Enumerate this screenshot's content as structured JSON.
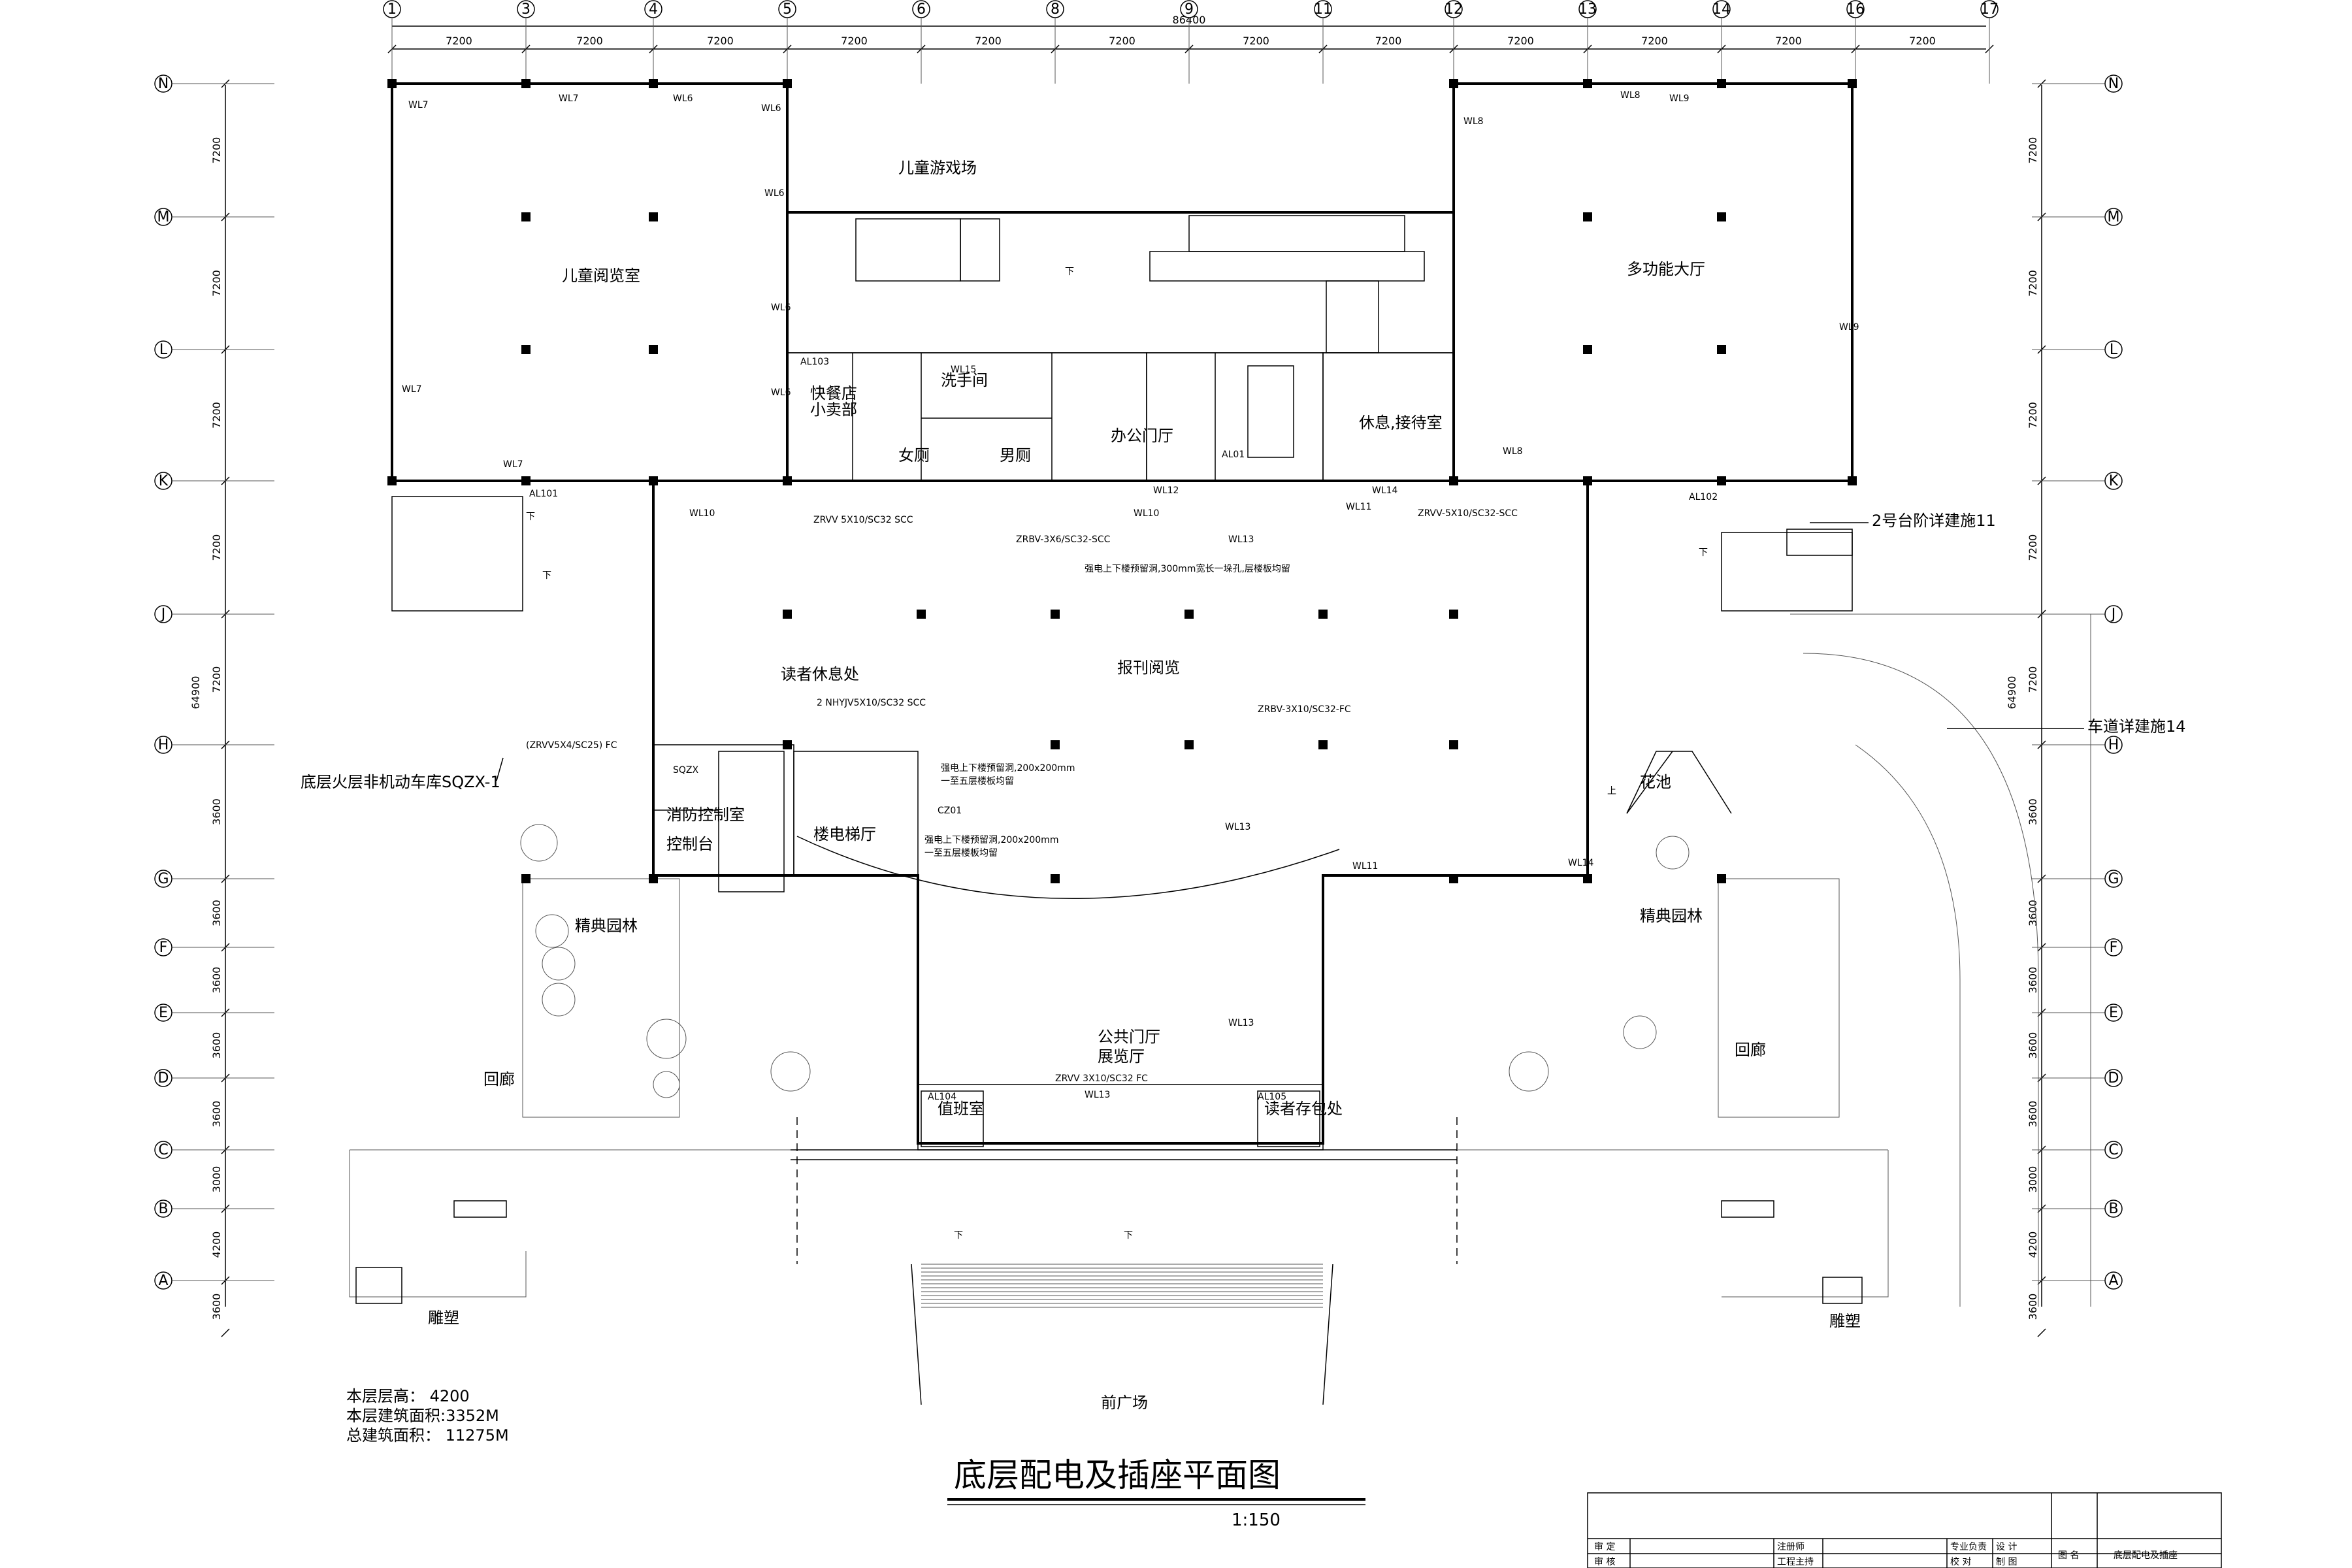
{
  "drawing": {
    "title": "底层配电及插座平面图",
    "scale": "1:150",
    "notes": [
      "本层层高： 4200",
      "本层建筑面积:3352M",
      "总建筑面积： 11275M"
    ]
  },
  "axes": {
    "columns": [
      "1",
      "3",
      "4",
      "5",
      "6",
      "8",
      "9",
      "11",
      "12",
      "13",
      "14",
      "16",
      "17"
    ],
    "rows": [
      "N",
      "M",
      "L",
      "K",
      "J",
      "H",
      "G",
      "F",
      "E",
      "D",
      "C",
      "B",
      "A"
    ],
    "top_dims": [
      "7200",
      "7200",
      "7200",
      "7200",
      "7200",
      "7200",
      "7200",
      "7200",
      "7200",
      "7200",
      "7200",
      "7200"
    ],
    "top_total": "86400",
    "left_dims": [
      "7200",
      "7200",
      "7200",
      "7200",
      "7200",
      "3600",
      "3600",
      "3600",
      "3600",
      "3600",
      "3000",
      "4200",
      "3600"
    ],
    "left_total": "64900"
  },
  "rooms": [
    {
      "label": "儿童阅览室"
    },
    {
      "label": "儿童游戏场"
    },
    {
      "label": "多功能大厅"
    },
    {
      "label": "快餐店"
    },
    {
      "label": "小卖部"
    },
    {
      "label": "洗手间"
    },
    {
      "label": "女厕"
    },
    {
      "label": "男厕"
    },
    {
      "label": "办公门厅"
    },
    {
      "label": "休息,接待室"
    },
    {
      "label": "读者休息处"
    },
    {
      "label": "报刊阅览"
    },
    {
      "label": "消防控制室"
    },
    {
      "label": "控制台"
    },
    {
      "label": "楼电梯厅"
    },
    {
      "label": "精典园林"
    },
    {
      "label": "精典园林"
    },
    {
      "label": "公共门厅"
    },
    {
      "label": "展览厅"
    },
    {
      "label": "值班室"
    },
    {
      "label": "读者存包处"
    },
    {
      "label": "回廊"
    },
    {
      "label": "回廊"
    },
    {
      "label": "花池"
    },
    {
      "label": "雕塑"
    },
    {
      "label": "雕塑"
    },
    {
      "label": "前广场"
    }
  ],
  "callouts": [
    {
      "text": "2号台阶详建施11"
    },
    {
      "text": "车道详建施14"
    },
    {
      "text": "底层火层非机动车库SQZX-1"
    }
  ],
  "cable_labels": [
    {
      "text": "ZRVV 5X10/SC32 SCC"
    },
    {
      "text": "ZRBV-3X6/SC32-SCC"
    },
    {
      "text": "ZRVV-5X10/SC32-SCC"
    },
    {
      "text": "ZRBV-3X10/SC32-FC"
    },
    {
      "text": "2 NHYJV5X10/SC32 SCC"
    },
    {
      "text": "(ZRVV5X4/SC25) FC"
    },
    {
      "text": "ZRVV 3X10/SC32 FC"
    },
    {
      "text": "强电上下楼预留洞,300mm宽长一垛孔,层楼板均留"
    },
    {
      "text": "强电上下楼预留洞,200x200mm"
    },
    {
      "text": "一至五层楼板均留"
    },
    {
      "text": "强电上下楼预留洞,200x200mm"
    },
    {
      "text": "一至五层楼板均留"
    }
  ],
  "panels": [
    "AL101",
    "AL102",
    "AL103",
    "AL104",
    "AL105",
    "AL01",
    "SQZX",
    "CZ01"
  ],
  "circuit_tags": [
    "WL7",
    "WL7",
    "WL6",
    "WL6",
    "WL6",
    "WL6",
    "WL6",
    "WL7",
    "WL7",
    "WL10",
    "WL13",
    "WL13",
    "WL13",
    "WL14",
    "WL14",
    "WL11",
    "WL12",
    "WL15",
    "WL8",
    "WL8",
    "WL9",
    "WL9",
    "WL8",
    "WL11",
    "WL10",
    "WL13"
  ],
  "stair_marks": [
    "下",
    "下",
    "下",
    "下",
    "下",
    "下",
    "上"
  ],
  "titleblock": {
    "roles": [
      "审 定",
      "审 核",
      "注册师",
      "工程主持",
      "专业负责",
      "校 对",
      "设 计",
      "制 图"
    ],
    "name_label": "图 名",
    "name_value": "底层配电及插座"
  }
}
